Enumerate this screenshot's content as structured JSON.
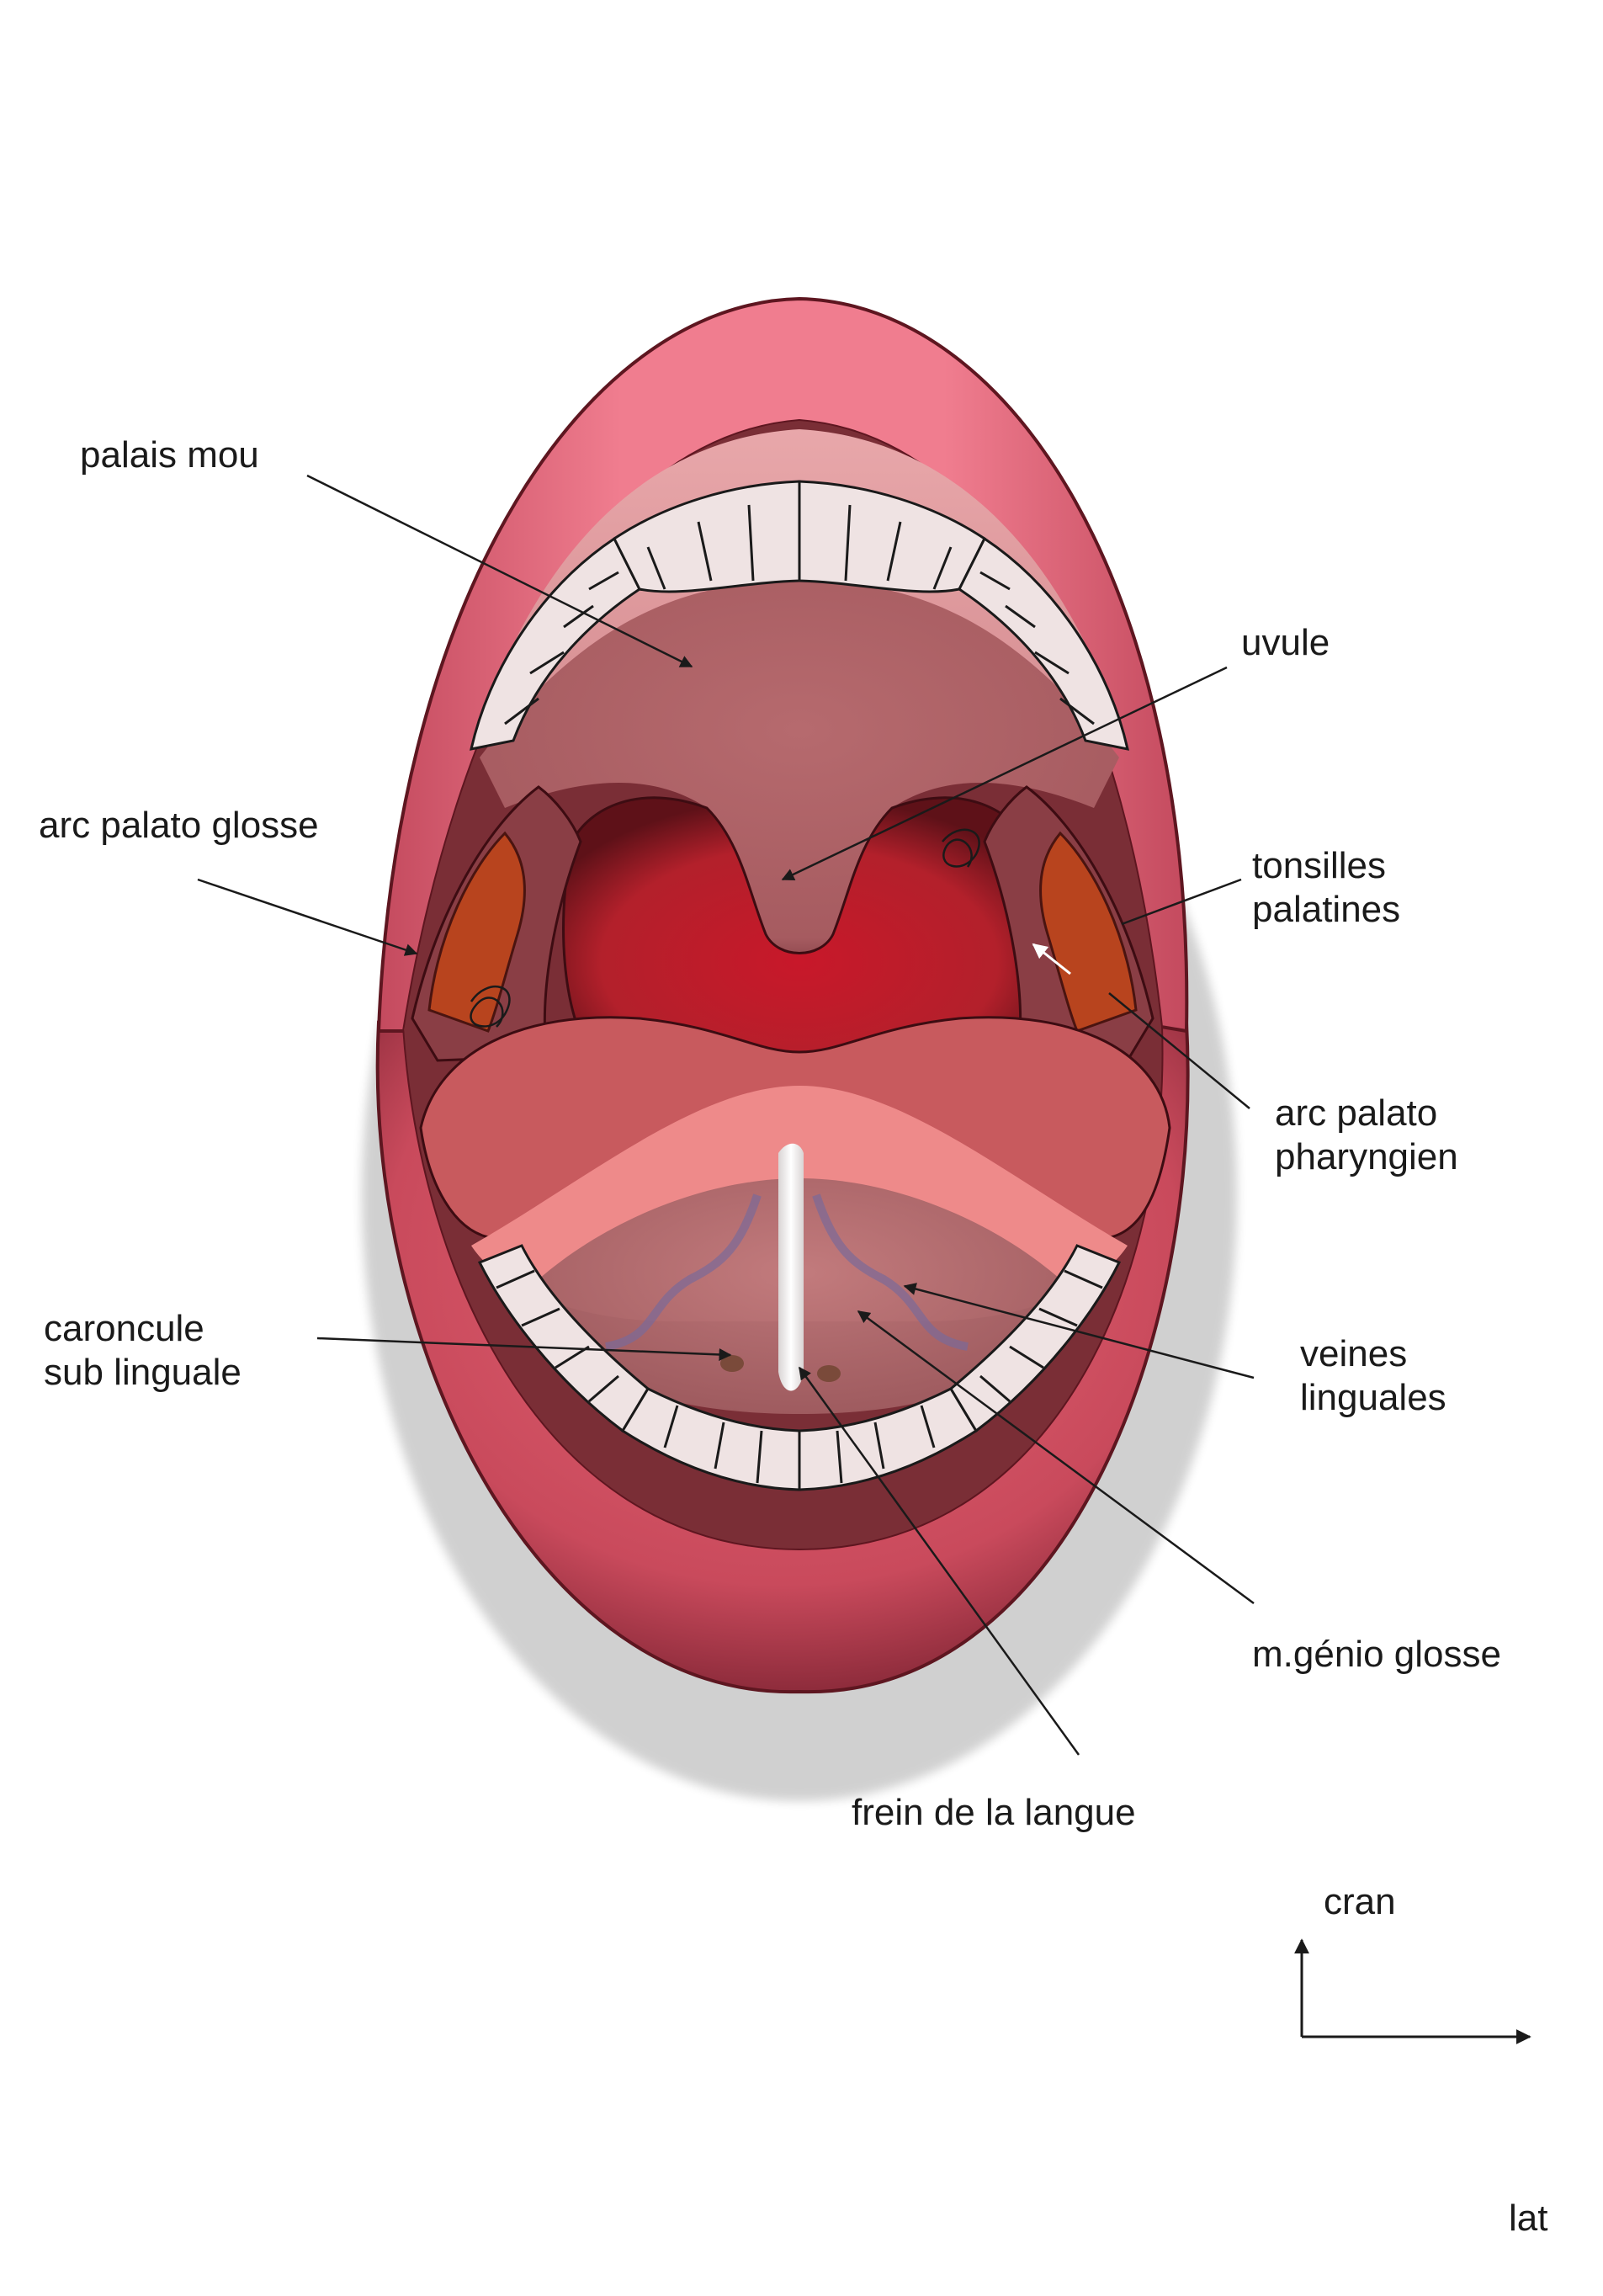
{
  "labels": {
    "palais_mou": "palais mou",
    "uvule": "uvule",
    "arc_palato_glosse": "arc palato glosse",
    "tonsilles_1": "tonsilles",
    "tonsilles_2": "palatines",
    "arc_pharyngien_1": "arc palato",
    "arc_pharyngien_2": "pharyngien",
    "caroncule_1": "caroncule",
    "caroncule_2": "sub linguale",
    "veines_1": "veines",
    "veines_2": "linguales",
    "genio_glosse": "m.génio glosse",
    "frein": "frein de la langue"
  },
  "orientation": {
    "vertical": "cran",
    "horizontal": "lat"
  },
  "colors": {
    "lip": "#c94a5c",
    "lip_highlight": "#ef7d8d",
    "lip_dark": "#6b1d28",
    "palate": "#b06468",
    "pharynx": "#c2202e",
    "tonsil": "#b8441e",
    "tongue": "#c85a5e",
    "tongue_under": "#ee8a8a",
    "teeth": "#efe3e3",
    "leader": "#1a1a1a"
  }
}
